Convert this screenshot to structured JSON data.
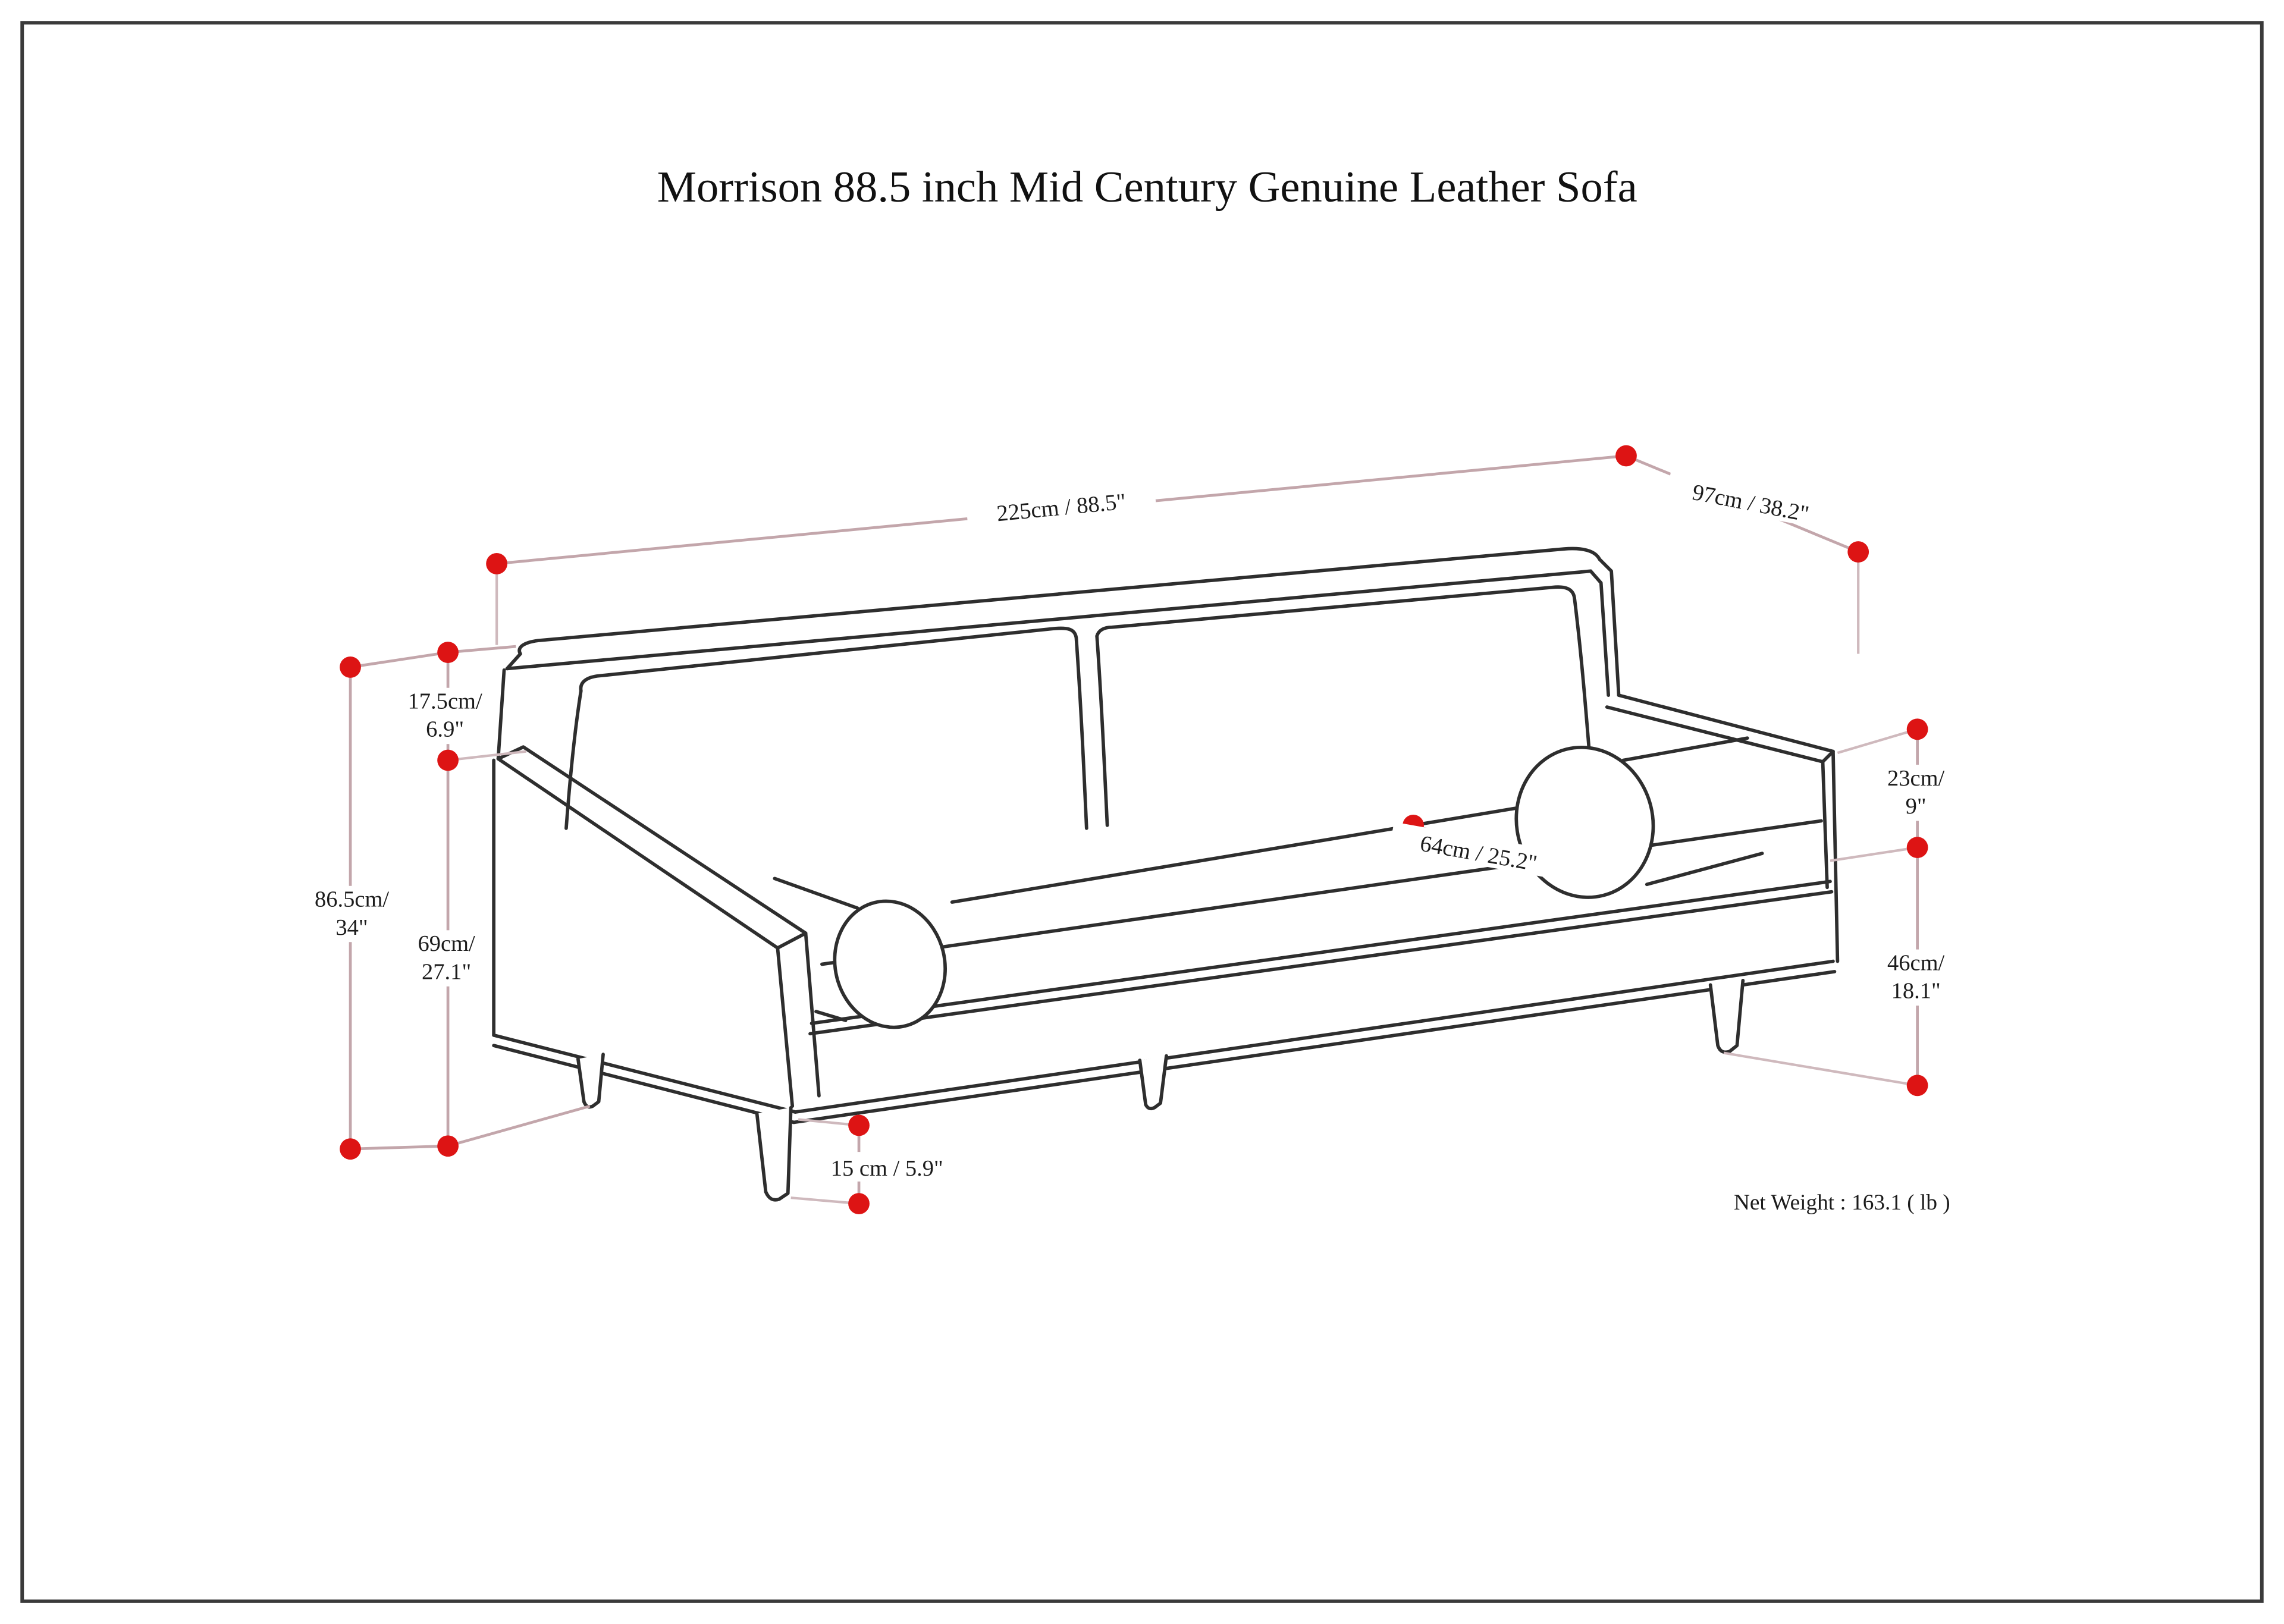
{
  "page": {
    "title": "Morrison 88.5 inch Mid Century Genuine Leather Sofa"
  },
  "dimensions": {
    "width": {
      "label": "225cm / 88.5\""
    },
    "depth": {
      "label": "97cm / 38.2\""
    },
    "back_top_to_arm": {
      "line1": "17.5cm/",
      "line2": "6.9\""
    },
    "overall_height": {
      "line1": "86.5cm/",
      "line2": "34\""
    },
    "arm_height": {
      "line1": "69cm/",
      "line2": "27.1\""
    },
    "arm_to_seat": {
      "line1": "23cm/",
      "line2": "9\""
    },
    "seat_height": {
      "line1": "46cm/",
      "line2": "18.1\""
    },
    "seat_depth": {
      "label": "64cm / 25.2\""
    },
    "leg_height": {
      "label": "15 cm / 5.9\""
    }
  },
  "net_weight": "Net Weight : 163.1 ( lb )",
  "colors": {
    "marker": "#dd1414",
    "dimension_line": "#c3a6ab",
    "line_art": "#2e2e2e",
    "text": "#1c1c1c",
    "border": "#3a3a3a"
  }
}
